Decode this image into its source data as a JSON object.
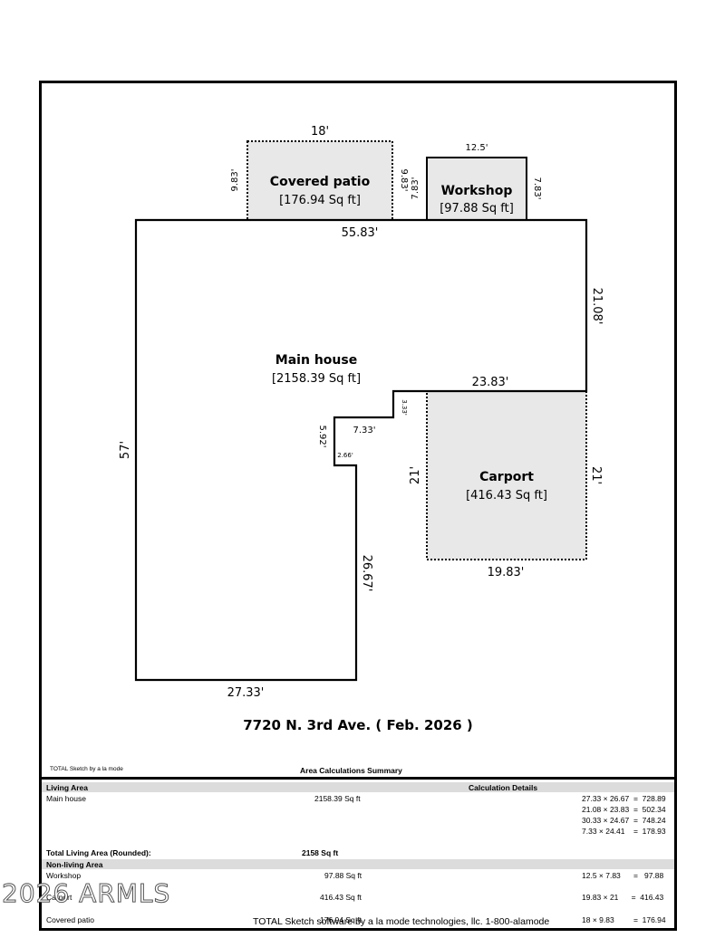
{
  "sketch": {
    "rooms": {
      "covered_patio": {
        "name": "Covered patio",
        "area": "[176.94 Sq ft]"
      },
      "workshop": {
        "name": "Workshop",
        "area": "[97.88 Sq ft]"
      },
      "main_house": {
        "name": "Main house",
        "area": "[2158.39 Sq ft]"
      },
      "carport": {
        "name": "Carport",
        "area": "[416.43 Sq ft]"
      }
    },
    "dims": {
      "patio_top": "18'",
      "patio_left": "9.83'",
      "patio_right": "9.83'",
      "workshop_top": "12.5'",
      "workshop_left": "7.83'",
      "workshop_right": "7.83'",
      "house_top": "55.83'",
      "house_right": "21.08'",
      "house_left": "57'",
      "notch_top": "23.83'",
      "notch_step": "3.33'",
      "notch_mid": "7.33'",
      "notch_left": "5.92'",
      "notch_small": "2.66'",
      "carport_left": "21'",
      "carport_right": "21'",
      "carport_bottom": "19.83'",
      "wing_right": "26.67'",
      "house_bottom": "27.33'"
    }
  },
  "address_title": "7720 N. 3rd Ave. ( Feb. 2026 )",
  "credit_small": "TOTAL Sketch by a la mode",
  "summary": {
    "title": "Area Calculations Summary",
    "living_header": "Living Area",
    "calc_header": "Calculation Details",
    "main_house_label": "Main house",
    "main_house_area": "2158.39 Sq ft",
    "main_house_calcs": [
      "27.33 × 26.67  =  728.89",
      "21.08 × 23.83  =  502.34",
      "30.33 × 24.67  =  748.24",
      "7.33 × 24.41    =  178.93"
    ],
    "total_label": "Total Living Area (Rounded):",
    "total_value": "2158 Sq ft",
    "nonliving_header": "Non-living Area",
    "workshop_label": "Workshop",
    "workshop_area": "97.88 Sq ft",
    "workshop_calc": "12.5 × 7.83      =   97.88",
    "carport_label": "Carport",
    "carport_area": "416.43 Sq ft",
    "carport_calc": "19.83 × 21      =  416.43",
    "patio_label": "Covered patio",
    "patio_area": "176.94 Sq ft",
    "patio_calc": "18 × 9.83         =  176.94"
  },
  "watermark": "2026 ARMLS",
  "footer_credit": "TOTAL Sketch software by a la mode technologies, llc. 1-800-alamode"
}
